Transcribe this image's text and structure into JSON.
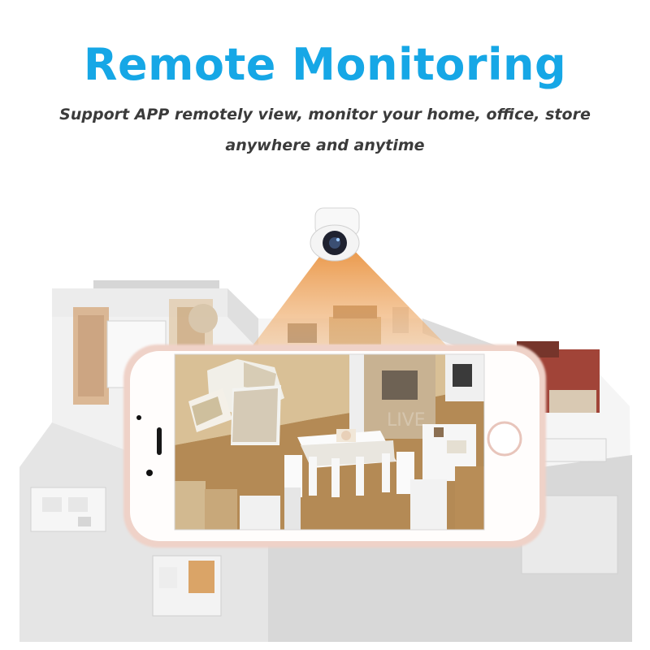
{
  "header": {
    "title": "Remote Monitoring",
    "subtitle_line1": "Support APP remotely view, monitor your home, office, store",
    "subtitle_line2": "anywhere and anytime"
  },
  "colors": {
    "title": "#16a7e6",
    "subtitle": "#3b3b3b",
    "phone_frame": "#efd2c8",
    "camera_beam": "#f0a85a"
  },
  "scene": {
    "camera_icon": "security-camera-icon",
    "phone_icon": "smartphone-icon",
    "house_icon": "floor-plan-icon",
    "live_view_icon": "live-feed-icon"
  }
}
